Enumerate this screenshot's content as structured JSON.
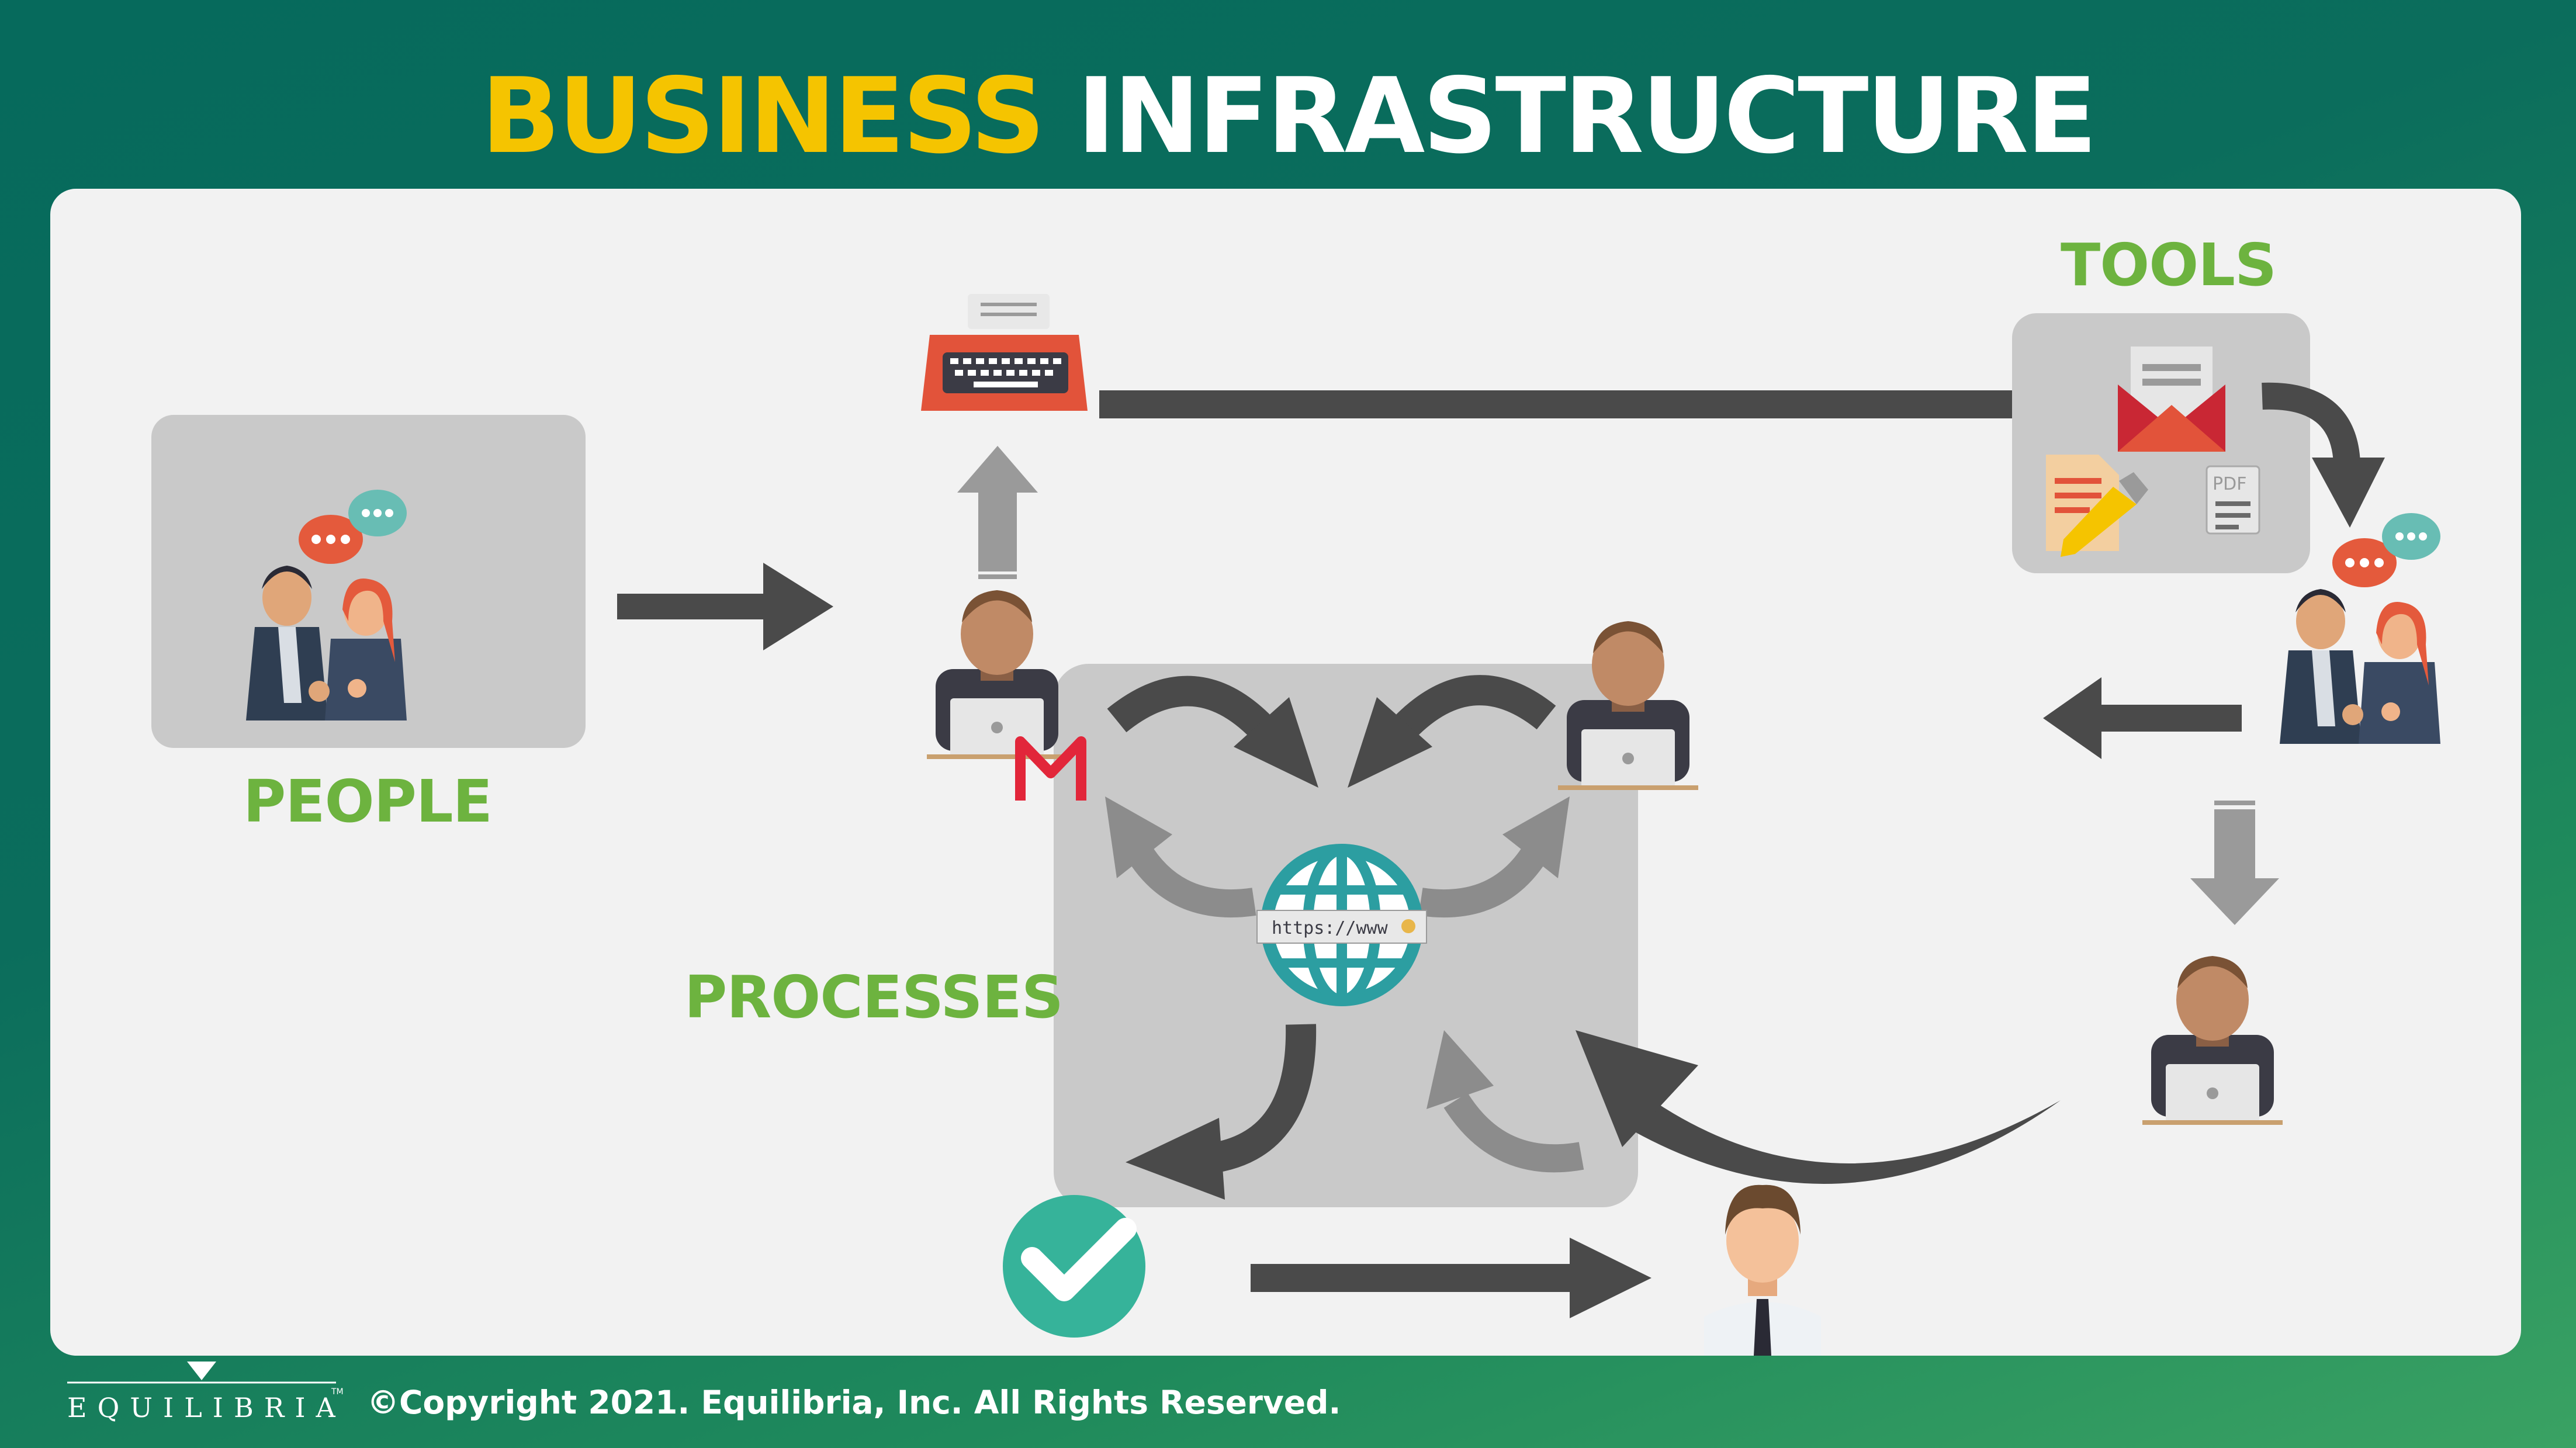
{
  "title": {
    "word1": "BUSINESS",
    "word2": "INFRASTRUCTURE"
  },
  "labels": {
    "people": "PEOPLE",
    "tools": "TOOLS",
    "processes": "PROCESSES"
  },
  "icons": {
    "browser_url": "https://www",
    "pdf": "PDF",
    "gmail": "M"
  },
  "footer": {
    "logo": "EQUILIBRIA",
    "trademark": "TM",
    "copyright": "©Copyright 2021. Equilibria, Inc. All Rights Reserved."
  },
  "colors": {
    "title_yellow": "#f5c400",
    "label_green": "#6db33f",
    "arrow_dark": "#4a4a4a",
    "arrow_light": "#8c8c8c",
    "check_teal": "#36b39a"
  }
}
